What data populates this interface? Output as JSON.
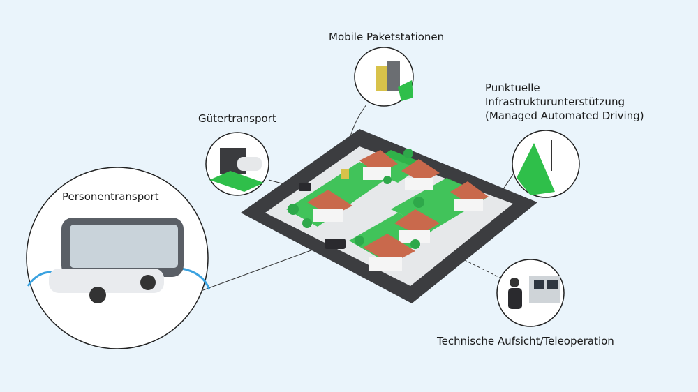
{
  "labels": {
    "personentransport": "Personentransport",
    "guetertransport": "Gütertransport",
    "paketstationen": "Mobile Paketstationen",
    "infrastruktur_line1": "Punktuelle",
    "infrastruktur_line2": "Infrastrukturunterstützung",
    "infrastruktur_line3": "(Managed Automated Driving)",
    "teleoperation": "Technische Aufsicht/Teleoperation"
  },
  "colors": {
    "background": "#eaf4fb",
    "road": "#3c3d40",
    "lawn": "#2fbf4a",
    "roof": "#c9694c",
    "pavement": "#e6e8ea"
  }
}
